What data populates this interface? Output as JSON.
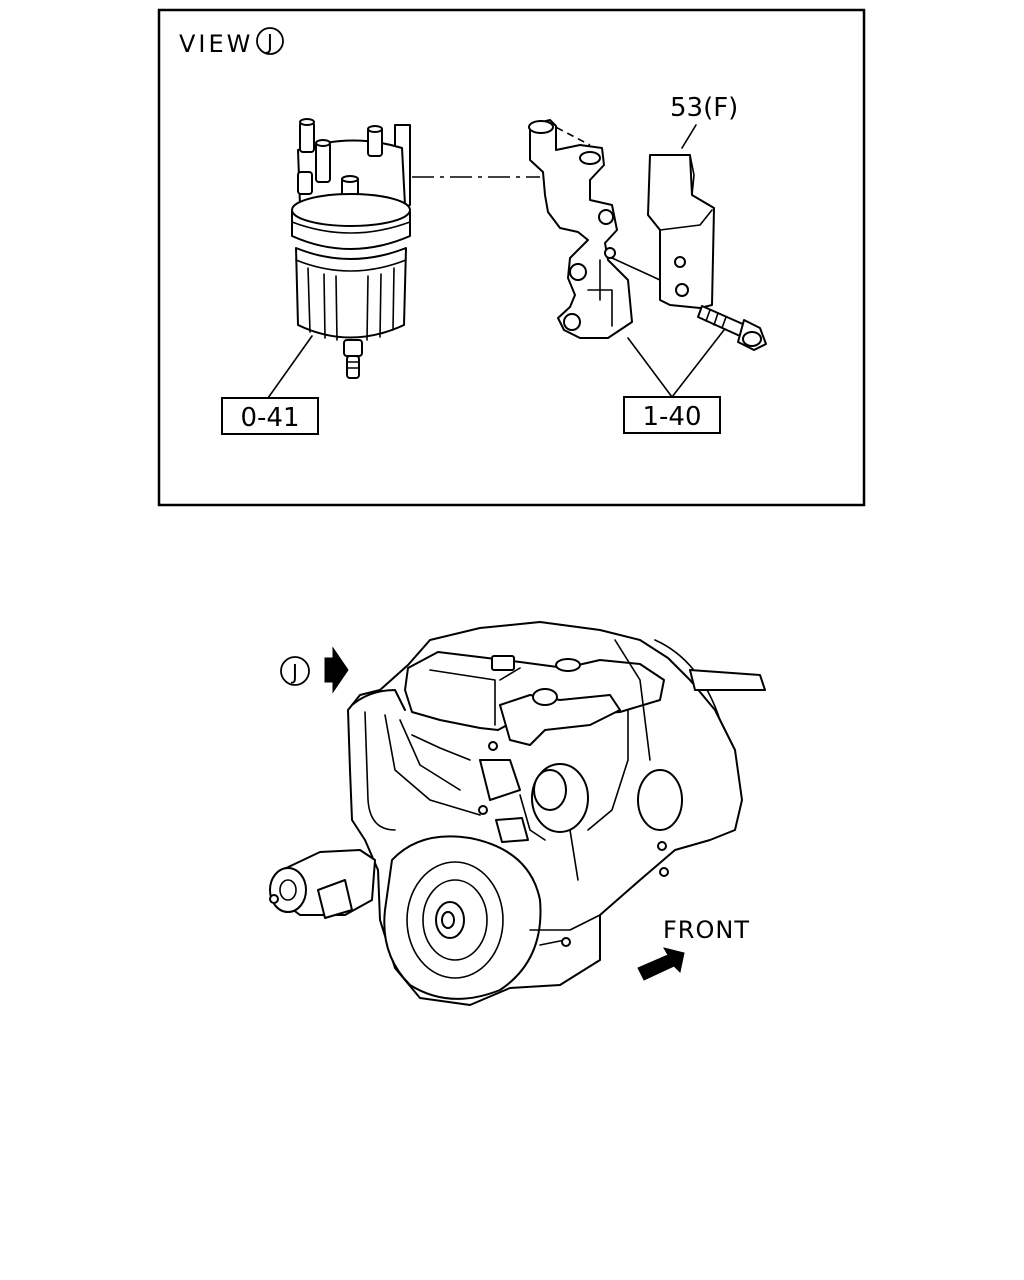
{
  "view": {
    "prefix": "VIEW",
    "letter": "J"
  },
  "callouts": {
    "filter_ref": "0-41",
    "bracket_ref": "1-40",
    "plate_ref": "53(F)"
  },
  "engine": {
    "view_marker_letter": "J",
    "direction_label": "FRONT"
  }
}
